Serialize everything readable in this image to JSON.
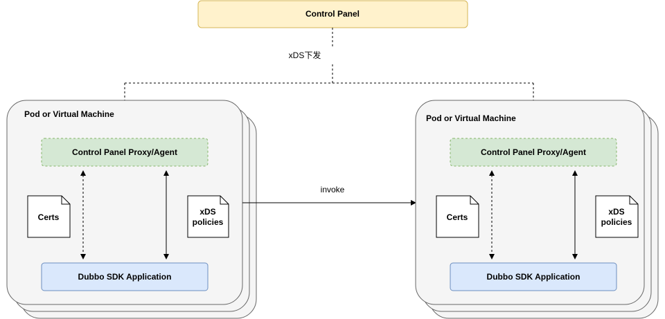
{
  "control_panel": {
    "label": "Control Panel",
    "fill": "#fff2cc",
    "stroke": "#d6b656"
  },
  "xds_push_label": "xDS下发",
  "invoke_label": "invoke",
  "left_node": {
    "container_label": "Pod or Virtual Machine",
    "proxy_label": "Control Panel Proxy/Agent",
    "certs_label": "Certs",
    "policies_line1": "xDS",
    "policies_line2": "policies",
    "app_label": "Dubbo SDK Application"
  },
  "right_node": {
    "container_label": "Pod or Virtual Machine",
    "proxy_label": "Control Panel Proxy/Agent",
    "certs_label": "Certs",
    "policies_line1": "xDS",
    "policies_line2": "policies",
    "app_label": "Dubbo SDK Application"
  },
  "colors": {
    "proxy_fill": "#d5e8d4",
    "proxy_stroke": "#82b366",
    "app_fill": "#dae8fc",
    "app_stroke": "#6c8ebf",
    "container_fill": "#f5f5f5",
    "container_stroke": "#666666"
  }
}
